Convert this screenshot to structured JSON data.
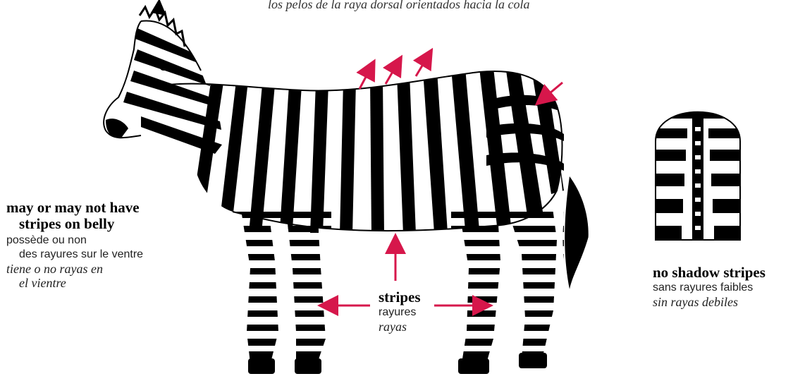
{
  "top_note": "los pelos de la raya dorsal orientados hacia la cola",
  "belly": {
    "en_line1": "may or may not have",
    "en_line2": "stripes on belly",
    "fr_line1": "possède ou non",
    "fr_line2": "des rayures sur le ventre",
    "es_line1": "tiene o no rayas en",
    "es_line2": "el vientre"
  },
  "stripes": {
    "en": "stripes",
    "fr": "rayures",
    "es": "rayas"
  },
  "shadow": {
    "en": "no shadow stripes",
    "fr": "sans rayures faibles",
    "es": "sin rayas debiles"
  },
  "colors": {
    "arrow": "#d6174b",
    "stripe": "#000000",
    "background": "#ffffff"
  }
}
